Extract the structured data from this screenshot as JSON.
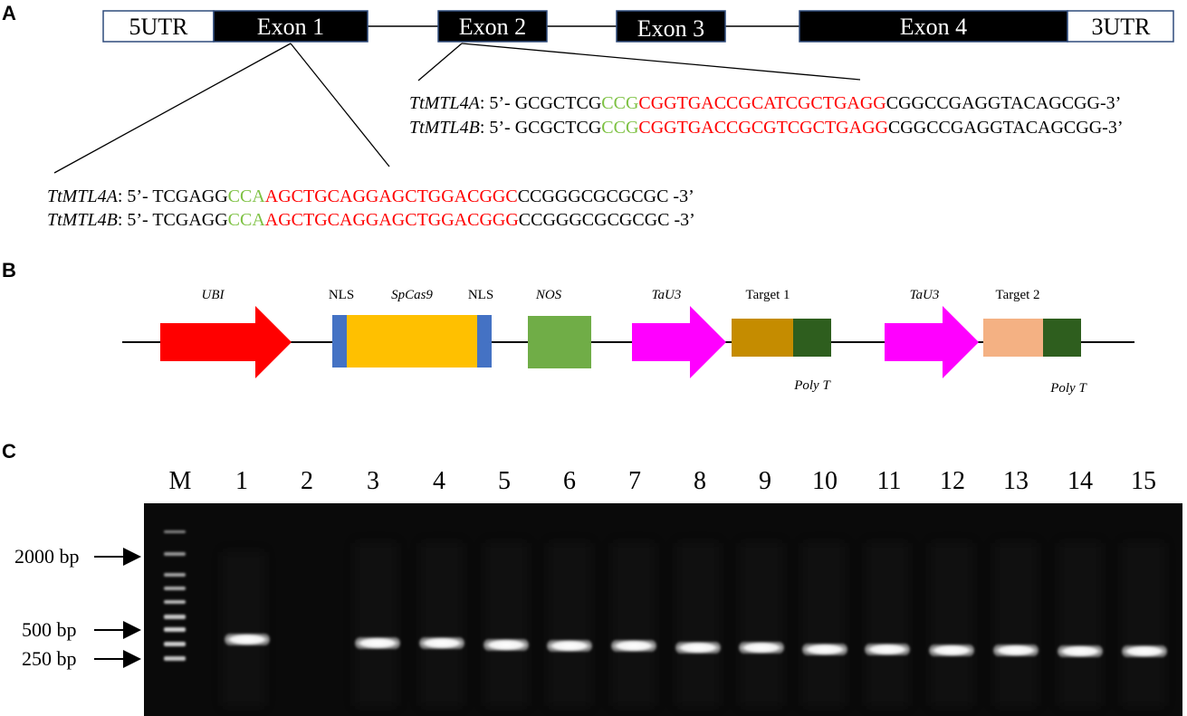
{
  "panels": {
    "a": "A",
    "b": "B",
    "c": "C"
  },
  "gene_structure": {
    "utr5": "5UTR",
    "exon1": "Exon 1",
    "exon2": "Exon 2",
    "exon3": "Exon 3",
    "exon4": "Exon 4",
    "utr3": "3UTR"
  },
  "target2_seqs": [
    {
      "gene": "TtMTL4A",
      "prefix": ": 5’- GCGCTCG",
      "pam": "CCG",
      "target": "CGGTGACCGCATCGCTGAGG",
      "suffix": "CGGCCGAGGTACAGCGG-3’"
    },
    {
      "gene": "TtMTL4B",
      "prefix": ": 5’- GCGCTCG",
      "pam": "CCG",
      "target": "CGGTGACCGCGTCGCTGAGG",
      "suffix": "CGGCCGAGGTACAGCGG-3’"
    }
  ],
  "target1_seqs": [
    {
      "gene": "TtMTL4A",
      "prefix": ": 5’- TCGAGG",
      "pam": "CCA",
      "target": "AGCTGCAGGAGCTGGACGGC",
      "suffix": "CCGGGCGCGCGC -3’"
    },
    {
      "gene": "TtMTL4B",
      "prefix": ": 5’- TCGAGG",
      "pam": "CCA",
      "target": "AGCTGCAGGAGCTGGACGGG",
      "suffix": "CCGGGCGCGCGC -3’"
    }
  ],
  "construct": {
    "ubi": "UBI",
    "nls1": "NLS",
    "spcas9": "SpCas9",
    "nls2": "NLS",
    "nos": "NOS",
    "tau3_1": "TaU3",
    "target1": "Target 1",
    "polyt1": "Poly T",
    "tau3_2": "TaU3",
    "target2": "Target 2",
    "polyt2": "Poly T"
  },
  "colors": {
    "ubi": "#ff0000",
    "nls": "#4472c4",
    "spcas9": "#ffc000",
    "nos": "#70ad47",
    "tau3": "#ff00ff",
    "target1": "#c58c00",
    "target2": "#f4b183",
    "polyt": "#2e5e1e",
    "pam": "#7dc142",
    "target_seq": "#ff0000"
  },
  "gel": {
    "lanes": [
      "M",
      "1",
      "2",
      "3",
      "4",
      "5",
      "6",
      "7",
      "8",
      "9",
      "10",
      "11",
      "12",
      "13",
      "14",
      "15"
    ],
    "markers": [
      "2000 bp",
      "500 bp",
      "250 bp"
    ]
  }
}
